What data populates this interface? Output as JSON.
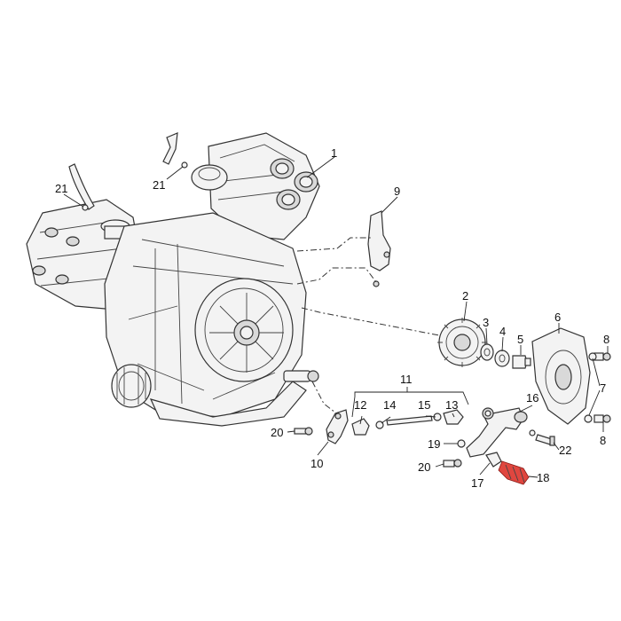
{
  "callouts": {
    "c1": "1",
    "c2": "2",
    "c3": "3",
    "c4": "4",
    "c5": "5",
    "c6": "6",
    "c7": "7",
    "c8a": "8",
    "c8b": "8",
    "c9": "9",
    "c10": "10",
    "c11": "11",
    "c12": "12",
    "c13": "13",
    "c14": "14",
    "c15": "15",
    "c16": "16",
    "c17": "17",
    "c18": "18",
    "c19": "19",
    "c20a": "20",
    "c20b": "20",
    "c21a": "21",
    "c21b": "21",
    "c22": "22"
  },
  "colors": {
    "highlight": "#e0463f",
    "line": "#333333",
    "part_fill": "#f3f3f3"
  }
}
